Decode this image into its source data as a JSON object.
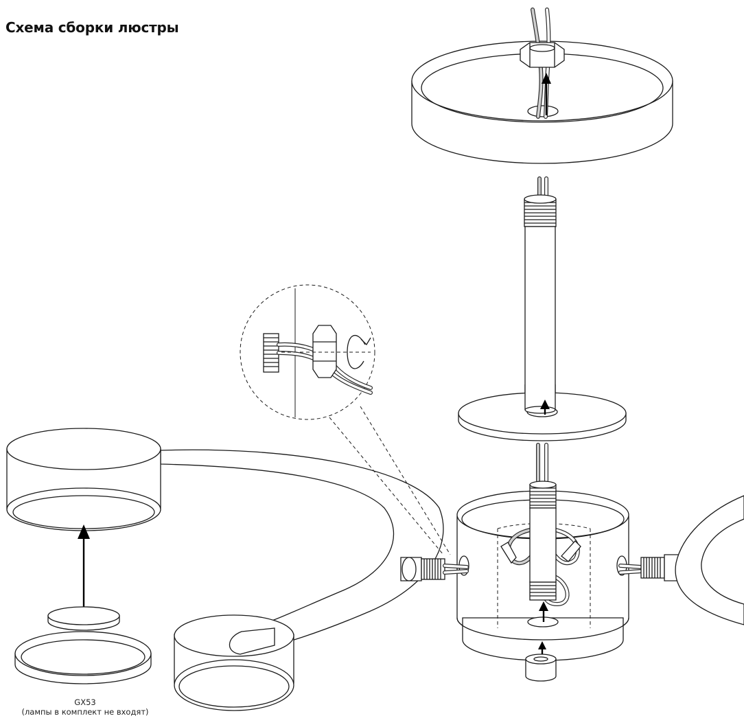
{
  "title": "Схема сборки люстры",
  "lamp_caption": {
    "model": "GX53",
    "note": "(лампы в комплект не входят)"
  },
  "icons": {
    "rotate": "rotation-arrow-icon",
    "arrow": "assembly-arrow-icon"
  }
}
